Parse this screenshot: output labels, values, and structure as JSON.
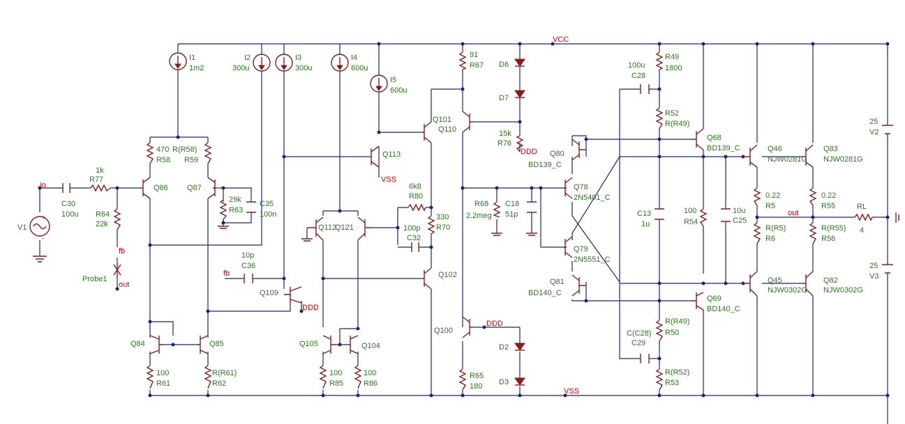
{
  "nets": {
    "vcc": "VCC",
    "vss_top": "VSS",
    "vss_bottom": "VSS",
    "ddd_r76": "DDD",
    "ddd_q109": "DDD",
    "ddd_q100": "DDD",
    "in": "in",
    "out": "out",
    "fb_probe": "fb",
    "fb_c36": "fb",
    "out_probe": "out"
  },
  "sources": {
    "v1": "V1",
    "i1_name": "I1",
    "i1_val": "1m2",
    "i2_name": "I2",
    "i2_val": "300u",
    "i3_name": "I3",
    "i3_val": "300u",
    "i4_name": "I4",
    "i4_val": "600u",
    "i5_name": "I5",
    "i5_val": "600u",
    "v2_name": "V2",
    "v2_val": "25",
    "v3_name": "V3",
    "v3_val": "25",
    "probe": "Probe1"
  },
  "resistors": {
    "r77_name": "R77",
    "r77_val": "1k",
    "r64_name": "R64",
    "r64_val": "22k",
    "r58_name": "R58",
    "r58_val": "470",
    "r59_name": "R59",
    "r59_val": "R(R58)",
    "r63_name": "R63",
    "r63_val": "29k",
    "r61_name": "R61",
    "r61_val": "100",
    "r62_name": "R62",
    "r62_val": "R(R61)",
    "r85_name": "R85",
    "r85_val": "100",
    "r86_name": "R86",
    "r86_val": "100",
    "r80_name": "R80",
    "r80_val": "6k8",
    "r70_name": "R70",
    "r70_val": "330",
    "r67_name": "R67",
    "r67_val": "91",
    "r68_name": "R68",
    "r68_val": "2.2meg",
    "r65_name": "R65",
    "r65_val": "180",
    "r76_name": "R76",
    "r76_val": "15k",
    "r49_name": "R49",
    "r49_val": "1800",
    "r52_name": "R52",
    "r52_val": "R(R49)",
    "r54_name": "R54",
    "r54_val": "100",
    "r50_name": "R50",
    "r50_val": "R(R49)",
    "r53_name": "R53",
    "r53_val": "R(R52)",
    "r5_name": "R5",
    "r5_val": "0.22",
    "r6_name": "R6",
    "r6_val": "R(R5)",
    "r55_name": "R55",
    "r55_val": "0.22",
    "r56_name": "R56",
    "r56_val": "R(R55)",
    "rl_name": "RL",
    "rl_val": "4"
  },
  "capacitors": {
    "c30_name": "C30",
    "c30_val": "100u",
    "c35_name": "C35",
    "c35_val": "100n",
    "c36_val": "10p",
    "c36_name": "C36",
    "c32_val": "100p",
    "c32_name": "C32",
    "c18_name": "C18",
    "c18_val": "51p",
    "c28_val": "100u",
    "c28_name": "C28",
    "c13_name": "C13",
    "c13_val": "1u",
    "c25_val": "10u",
    "c25_name": "C25",
    "c29_val": "C(C28)",
    "c29_name": "C29"
  },
  "transistors": {
    "q86": "Q86",
    "q87": "Q87",
    "q84": "Q84",
    "q85": "Q85",
    "q109": "Q109",
    "q105": "Q105",
    "q104": "Q104",
    "q112": "Q112",
    "q121": "Q121",
    "q113": "Q113",
    "q101": "Q101",
    "q110": "Q110",
    "q102": "Q102",
    "q100": "Q100",
    "q80": "Q80",
    "q80_model": "BD139_C",
    "q81": "Q81",
    "q81_model": "BD140_C",
    "q78": "Q78",
    "q78_model": "2N5401_C",
    "q79": "Q79",
    "q79_model": "2N5551_C",
    "q68": "Q68",
    "q68_model": "BD139_C",
    "q69": "Q69",
    "q69_model": "BD140_C",
    "q46": "Q46",
    "q46_model": "NJW0281G",
    "q83": "Q83",
    "q83_model": "NJW0281G",
    "q45": "Q45",
    "q45_model": "NJW0302G",
    "q82": "Q82",
    "q82_model": "NJW0302G"
  },
  "diodes": {
    "d6": "D6",
    "d7": "D7",
    "d2": "D2",
    "d3": "D3"
  },
  "colors": {
    "wire": "#1a237e",
    "component": "#8b1c1c",
    "label": "#2a7a1a",
    "net_label": "#e00000",
    "background": "#ffffff"
  }
}
